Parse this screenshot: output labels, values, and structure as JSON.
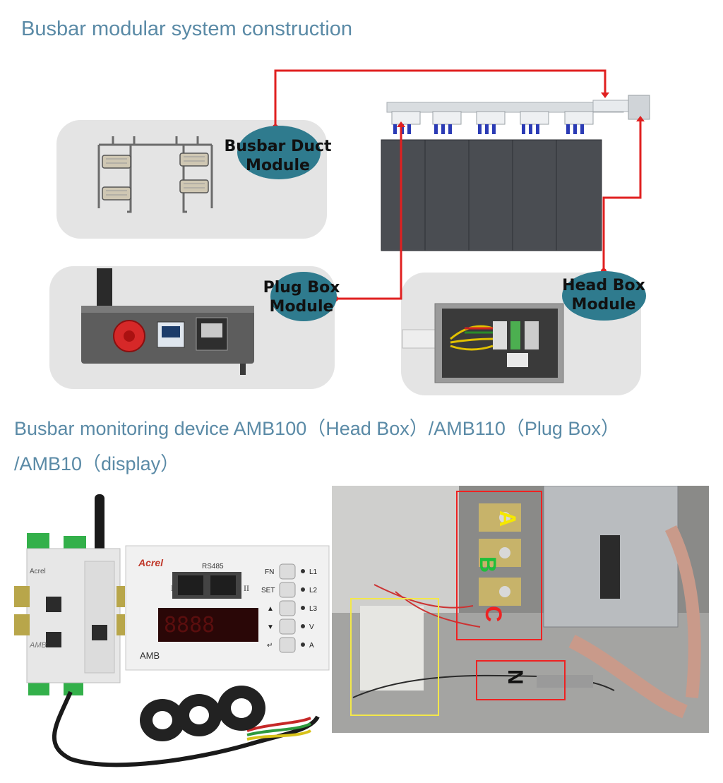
{
  "title": "Busbar modular system construction",
  "subtitle_line1": "Busbar monitoring device AMB100（Head Box）/AMB110（Plug Box）",
  "subtitle_line2": "/AMB10（display）",
  "modules": {
    "busbar_duct": {
      "line1": "Busbar Duct",
      "line2": "Module"
    },
    "plug_box": {
      "line1": "Plug Box",
      "line2": "Module"
    },
    "head_box": {
      "line1": "Head Box",
      "line2": "Module"
    }
  },
  "device": {
    "brand": "Acrel",
    "port_label": "RS485",
    "port_left": "I",
    "port_right": "II",
    "model": "AMB",
    "buttons": [
      "FN",
      "SET",
      "▲",
      "▼",
      "↵"
    ],
    "leds": [
      "L1",
      "L2",
      "L3",
      "V",
      "A"
    ],
    "module_brand": "Acrel",
    "module_name": "AMB"
  },
  "phase_labels": {
    "a": "A",
    "b": "B",
    "c": "C",
    "n": "N"
  },
  "colors": {
    "heading": "#5a8aa6",
    "connector": "#e02020",
    "bubble": "#2f7b8e",
    "panel": "#e4e4e4"
  }
}
